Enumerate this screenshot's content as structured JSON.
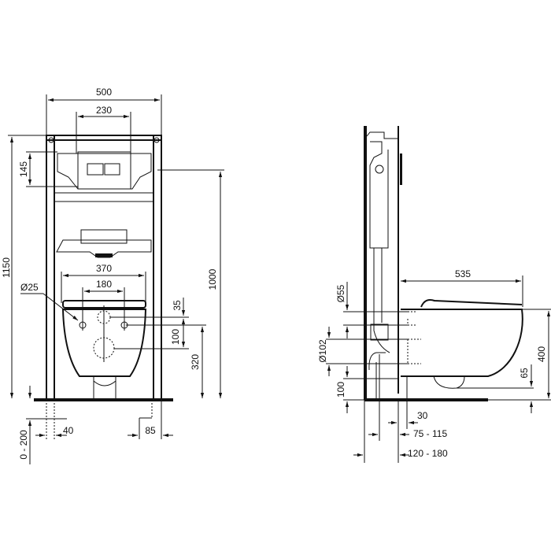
{
  "front_view": {
    "dims": {
      "width_frame": "500",
      "width_plate": "230",
      "height_total": "1150",
      "plate_height": "145",
      "height_1000": "1000",
      "fix_370": "370",
      "fix_180": "180",
      "hole_dia": "Ø25",
      "d_35": "35",
      "d_100": "100",
      "d_320": "320",
      "floor_range": "0 - 200",
      "foot_40": "40",
      "foot_85": "85"
    }
  },
  "side_view": {
    "dims": {
      "proj_535": "535",
      "dia_55": "Ø55",
      "dia_102": "Ø102",
      "h_100": "100",
      "h_400": "400",
      "h_65": "65",
      "d_30": "30",
      "d_75_115": "75 - 115",
      "d_120_180": "120 - 180"
    }
  },
  "colors": {
    "line": "#111111",
    "background": "#ffffff"
  }
}
